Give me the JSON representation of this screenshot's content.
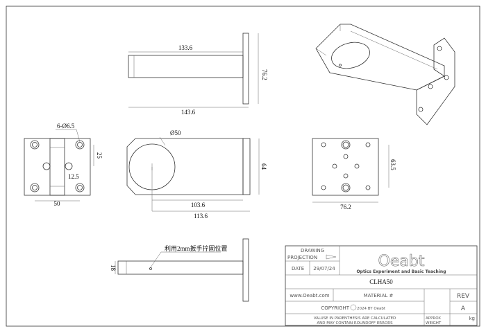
{
  "dimensions": {
    "top_length": "133.6",
    "top_total": "143.6",
    "top_height": "76.2",
    "holes": "6-Ø6.5",
    "hole_pitch_v": "25",
    "hole_offset": "12.5",
    "hole_pitch_h": "50",
    "bore": "Ø50",
    "front_height": "64",
    "front_len1": "103.6",
    "front_len2": "113.6",
    "right_height": "63.5",
    "right_width": "76.2",
    "bottom_thickness": "18"
  },
  "annotation": "利用2mm扳手拧固位置",
  "title_block": {
    "drawing_label": "DRAWING",
    "projection_label": "PROJECTION",
    "date_label": "DATE",
    "date": "29/07/24",
    "logo": "Oeabt",
    "tagline": "Optics Experiment and Basic Teaching",
    "part_number": "CLHA50",
    "website": "www.Oeabt.com",
    "material": "MATERIAL #",
    "rev_label": "REV",
    "rev": "A",
    "copyright": "COPYRIGHT",
    "copyright_year": "2024 BY Oeabt",
    "note_line1": "VALUSE IN PARENTHESIS ARE CALCULATED",
    "note_line2": "AND MAY CONTAIN ROUNDOFF ERRORS",
    "approx": "APPROX",
    "weight": "WEIGHT",
    "unit": "kg"
  }
}
